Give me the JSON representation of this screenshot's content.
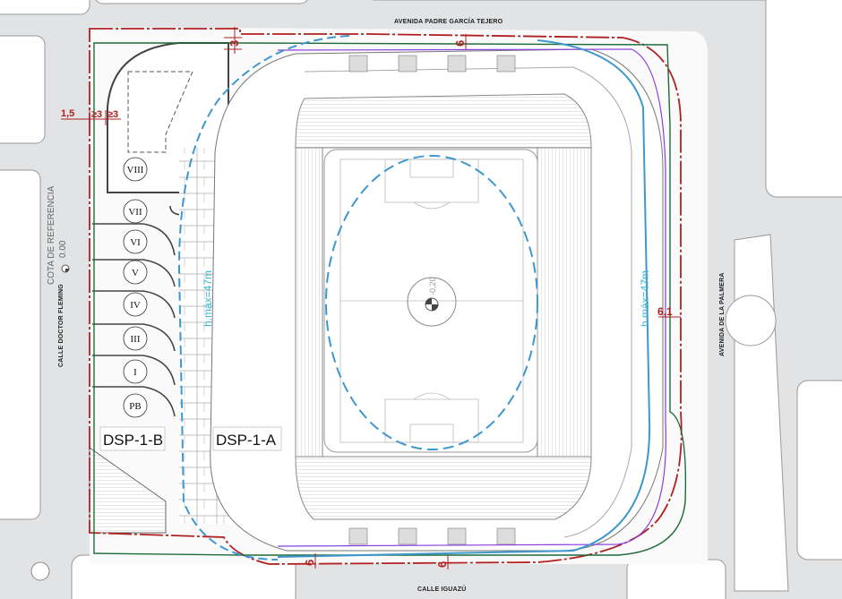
{
  "streets": {
    "top": "AVENIDA PADRE GARCÍA TEJERO",
    "bottom": "CALLE IGUAZÚ",
    "right": "AVENIDA DE LA PALMERA",
    "left": "CALLE DOCTOR FLEMING"
  },
  "reference": {
    "label": "COTA DE REFERENCIA",
    "value": "0.00"
  },
  "center_level": "-0,20",
  "setbacks": {
    "top_left": "3",
    "top": "6",
    "right": "6,1",
    "bottom_left": "6",
    "bottom": "6",
    "left_a": "1,5",
    "left_b": "≥3",
    "left_c": "≥3"
  },
  "height_limit": "h.máx=47m",
  "parking_levels": [
    "VIII",
    "VII",
    "VI",
    "V",
    "IV",
    "III",
    "I",
    "PB"
  ],
  "zones": {
    "a": "DSP-1-A",
    "b": "DSP-1-B"
  },
  "colors": {
    "boundary": "#b02020",
    "green_line": "#1e6b3a",
    "blue_line": "#3f97cf",
    "purple_line": "#8a3ee0",
    "street": "#e2e3e5"
  }
}
